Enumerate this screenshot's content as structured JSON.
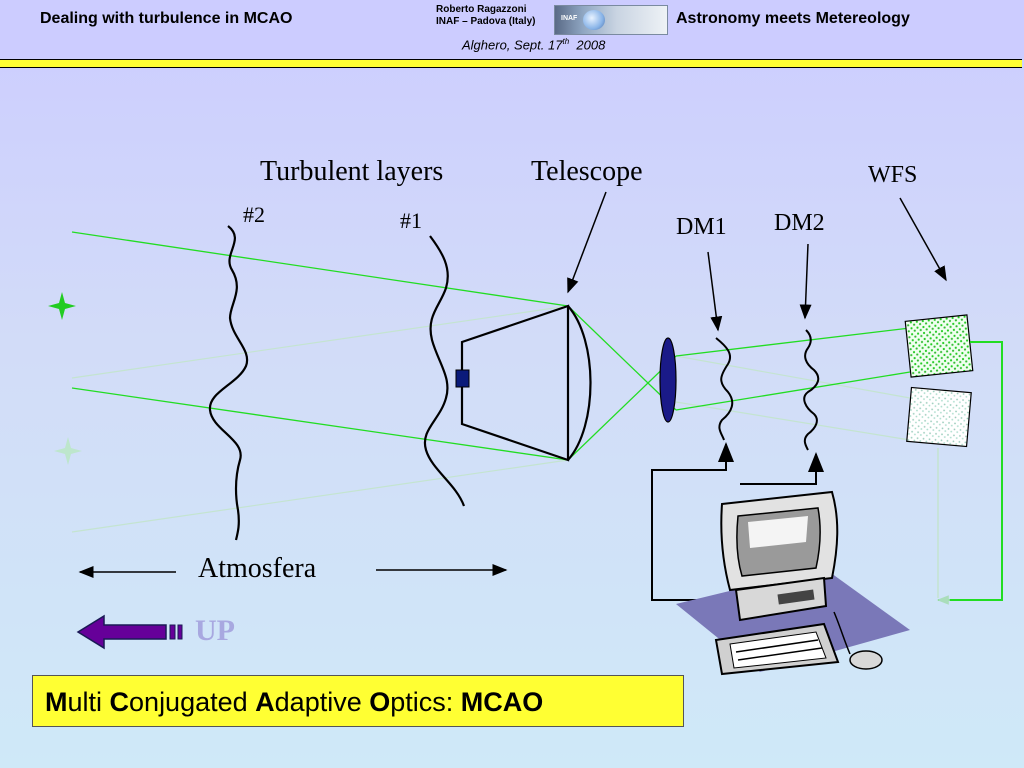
{
  "header": {
    "left_title": "Dealing with turbulence in MCAO",
    "author_name": "Roberto Ragazzoni",
    "author_affiliation": "INAF – Padova (Italy)",
    "logo_text": "INAF",
    "date_prefix": "Alghero, Sept. 17",
    "date_sup": "th",
    "date_year": "2008",
    "right_title": "Astronomy meets Metereology"
  },
  "labels": {
    "turbulent_layers": "Turbulent layers",
    "telescope": "Telescope",
    "wfs": "WFS",
    "layer2": "#2",
    "layer1": "#1",
    "dm1": "DM1",
    "dm2": "DM2",
    "atmosfera": "Atmosfera",
    "up": "UP"
  },
  "footer": {
    "m": "M",
    "ulti": "ulti ",
    "c": "C",
    "onjugated": "onjugated ",
    "a": "A",
    "daptive": "daptive ",
    "o": "O",
    "ptics": "ptics: ",
    "acronym": "MCAO"
  },
  "colors": {
    "beam_bright": "#22dd22",
    "beam_faint": "#aaddbb",
    "arrow_purple": "#660099",
    "footer_bg": "#ffff33",
    "header_bg": "#ccccff"
  }
}
